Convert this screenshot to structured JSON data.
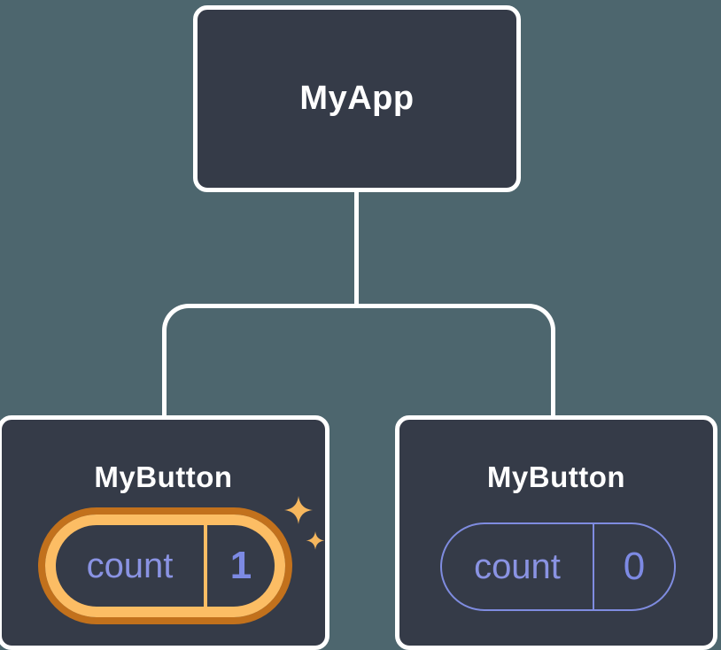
{
  "diagram": {
    "description": "Component tree with state",
    "root": {
      "label": "MyApp"
    },
    "children": [
      {
        "label": "MyButton",
        "state": {
          "key": "count",
          "value": "1"
        },
        "highlighted": true,
        "badge_icon": "sparkles"
      },
      {
        "label": "MyButton",
        "state": {
          "key": "count",
          "value": "0"
        },
        "highlighted": false
      }
    ]
  },
  "colors": {
    "background": "#4d666e",
    "node_fill": "#353b48",
    "node_border": "#ffffff",
    "text_primary": "#ffffff",
    "state_text": "#8a93e3",
    "state_value_text": "#7d8ae4",
    "highlight_outer_orange": "#c2711c",
    "highlight_inner_orange": "#fcbd64",
    "sparkle_orange": "#f6b75e",
    "normal_pill_border": "#7f8ce0"
  }
}
